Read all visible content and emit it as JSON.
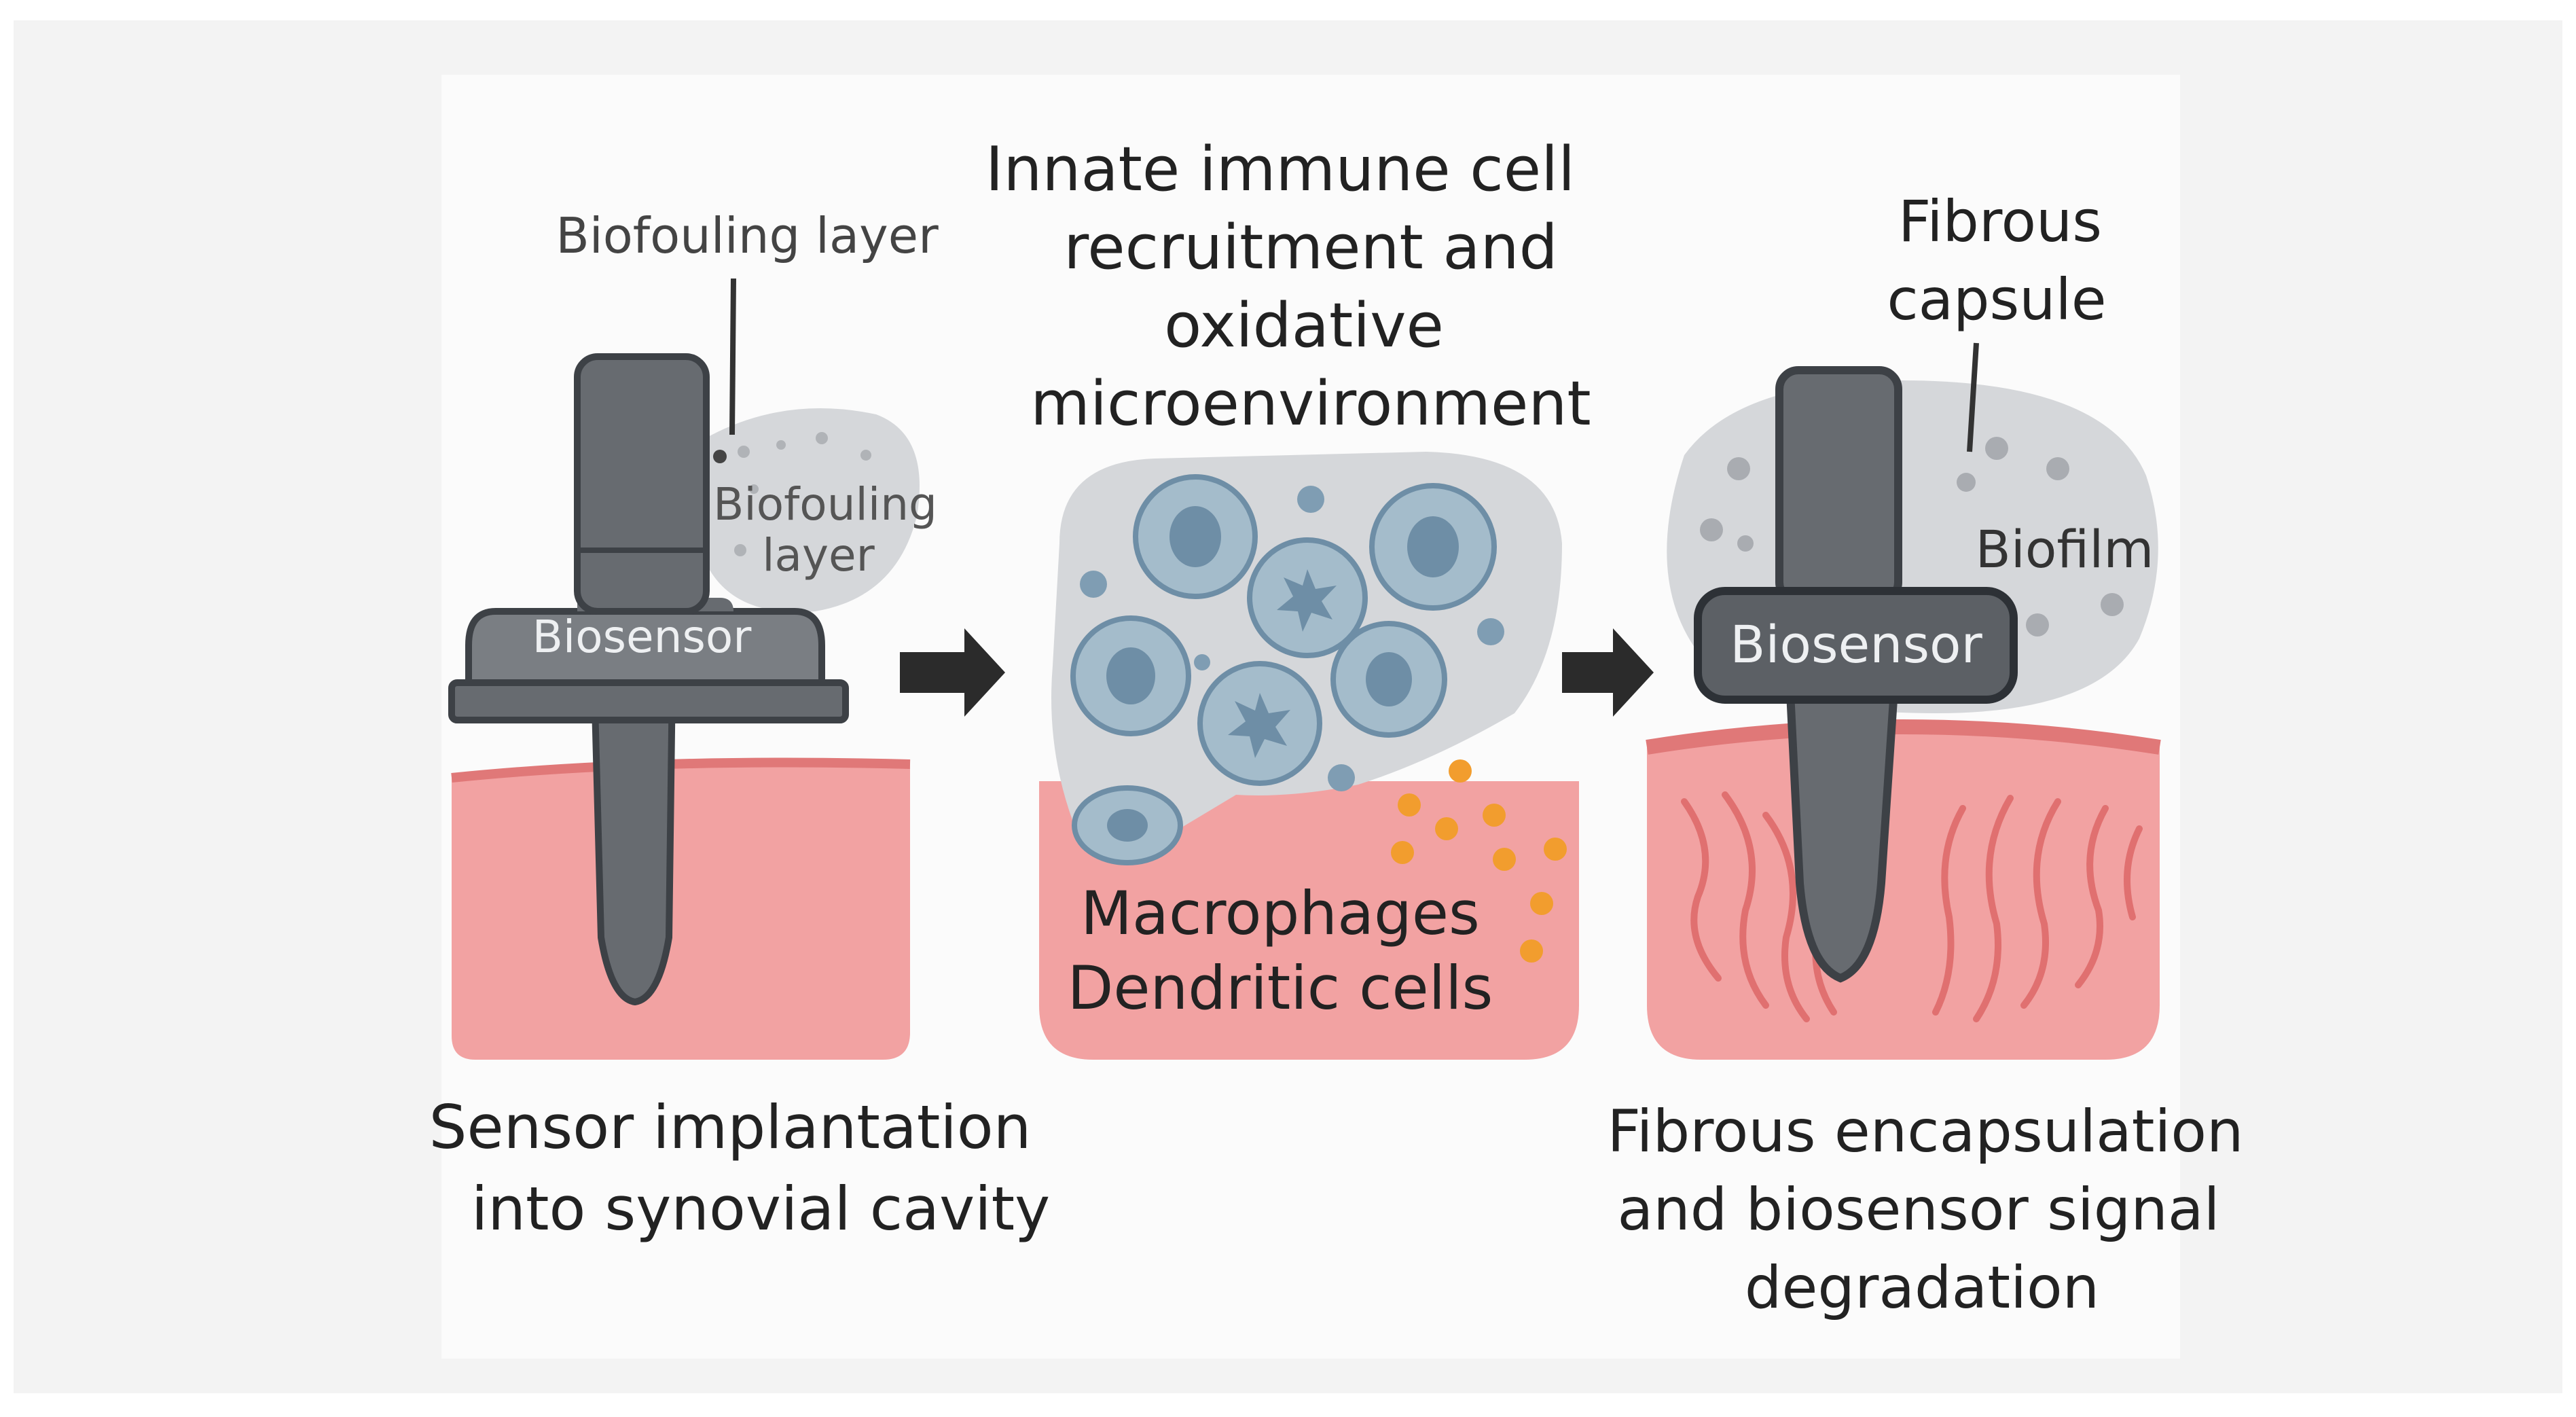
{
  "panel1": {
    "title_lines": [
      "Sensor implantation",
      "into synovial cavity"
    ],
    "callout_label": "Biofouling layer",
    "fouling_label_lines": [
      "Biofouling",
      "layer"
    ],
    "sensor_label": "Biosensor"
  },
  "panel2": {
    "title_lines": [
      "Innate immune cell",
      "recruitment and",
      "oxidative",
      "microenvironment"
    ],
    "cell_label_lines": [
      "Macrophages",
      "Dendritic cells"
    ]
  },
  "panel3": {
    "title_lines": [
      "Fibrous encapsulation",
      "and biosensor signal",
      "degradation"
    ],
    "capsule_label_lines": [
      "Fibrous",
      "capsule"
    ],
    "biofilm_label": "Biofilm",
    "sensor_label": "Biosensor"
  },
  "colors": {
    "tissue": "#f2a2a2",
    "tissue_edge": "#e07878",
    "sensor": "#676b70",
    "sensor_dark": "#3d4146",
    "gray_blob": "#d5d7da",
    "cell_fill": "#a4bccb",
    "cell_nucleus": "#6e8ea6",
    "orange_dot": "#f29d2e",
    "panel_bg": "#f3f3f3",
    "arrow": "#2b2b2b"
  }
}
